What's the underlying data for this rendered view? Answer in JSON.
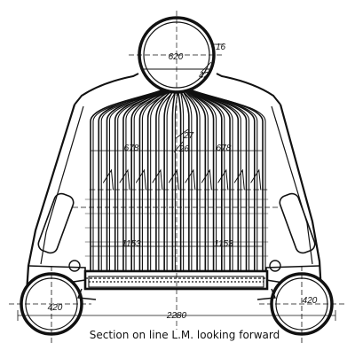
{
  "drawing": {
    "caption": "Section on line L.M. looking forward",
    "labels": {
      "drum_diameter": "620",
      "drum_thickness": "16",
      "drum_tube_note": "42",
      "upper_left_width": "678",
      "upper_right_width": "678",
      "center_top_note": "27",
      "center_bottom_note": "26",
      "lower_left_width": "1153",
      "lower_right_width": "1153",
      "overall_width": "2280",
      "left_water_drum": "420",
      "right_water_drum": "420"
    }
  }
}
